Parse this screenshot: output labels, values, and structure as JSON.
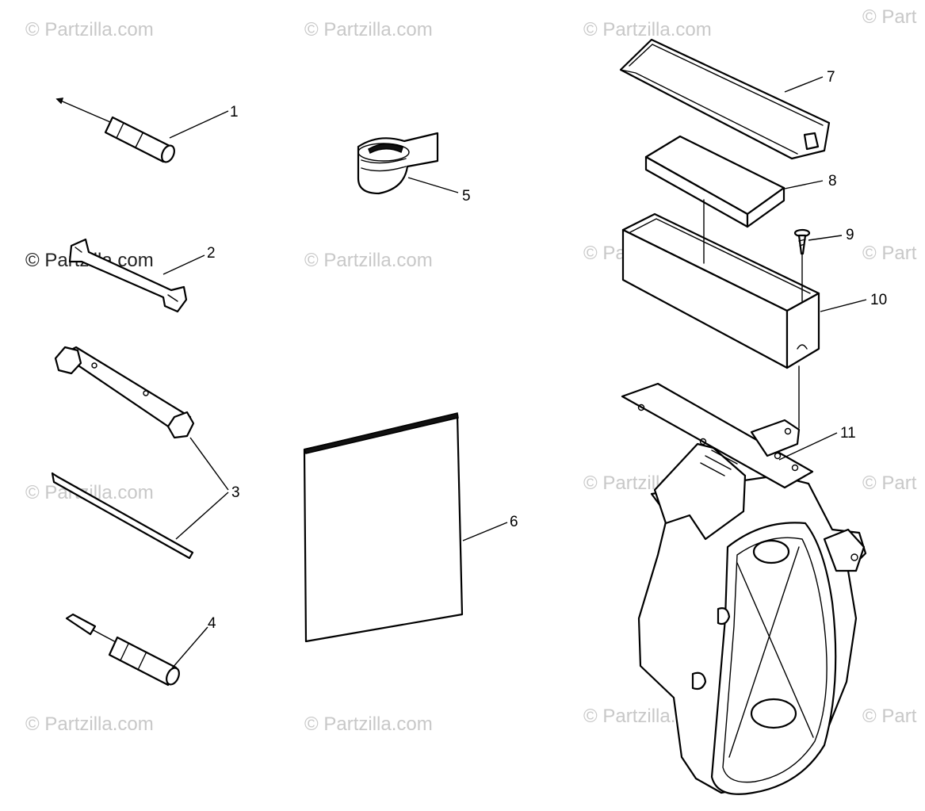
{
  "watermark": {
    "text": "© Partzilla.com",
    "text_clipped": "© Part",
    "color": "#c8c8c8"
  },
  "callouts": [
    "1",
    "2",
    "3",
    "4",
    "5",
    "6",
    "7",
    "8",
    "9",
    "10",
    "11"
  ],
  "ink_color": "#000000",
  "background_color": "#ffffff"
}
